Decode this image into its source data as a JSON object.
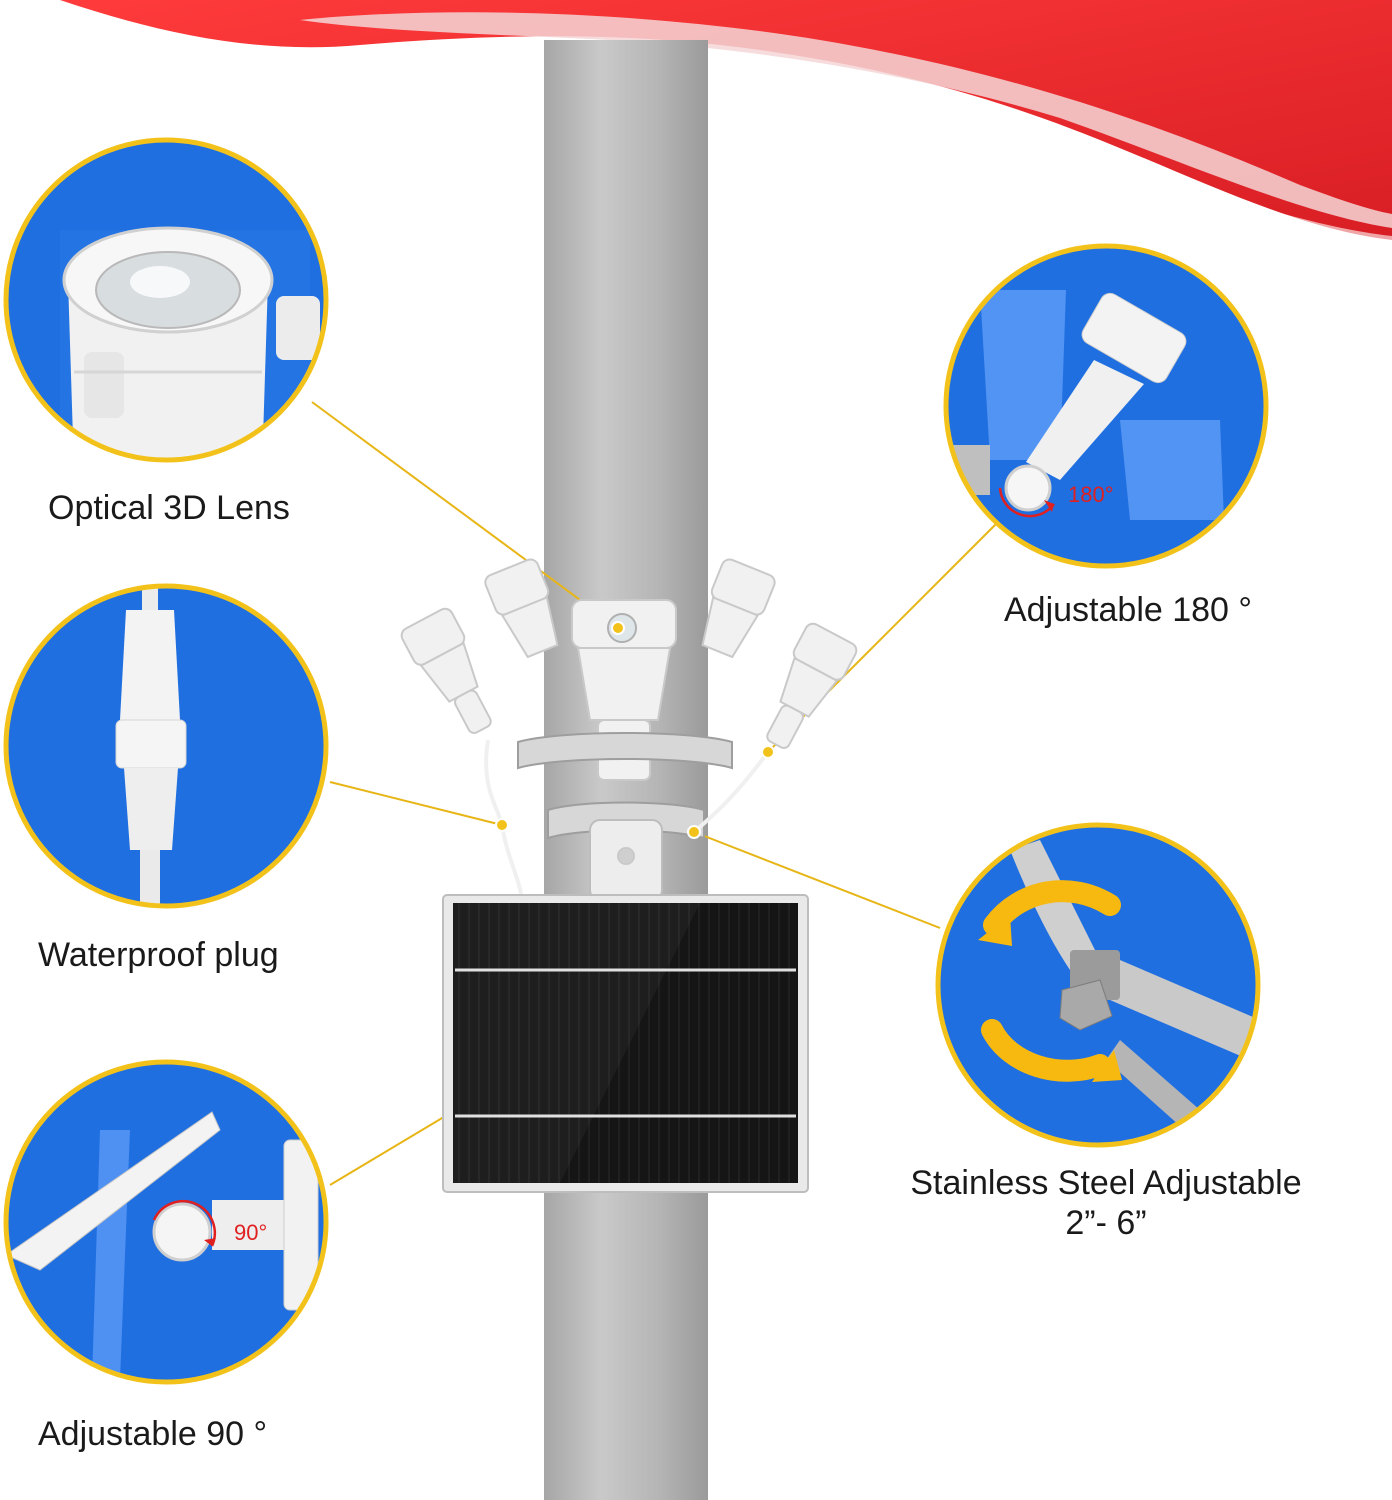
{
  "colors": {
    "circle_fill": "#1f6fe0",
    "circle_border": "#f2c21b",
    "leader_line": "#e7b515",
    "pole": "#b9b9b9",
    "flag_red": "#e8262a",
    "panel": "#1a1a1a",
    "product": "#f2f2f2"
  },
  "callouts": {
    "lens": {
      "label": "Optical 3D Lens"
    },
    "plug": {
      "label": "Waterproof plug"
    },
    "tilt90": {
      "label": "Adjustable 90 °",
      "angle_text": "90°"
    },
    "tilt180": {
      "label": "Adjustable 180 °",
      "angle_text": "180°"
    },
    "clamp": {
      "label_line1": "Stainless Steel Adjustable",
      "label_line2": "2”- 6”"
    }
  },
  "icons": [
    "flag",
    "pole",
    "spotlight",
    "solar-panel",
    "clamp",
    "rotate-arrow"
  ]
}
